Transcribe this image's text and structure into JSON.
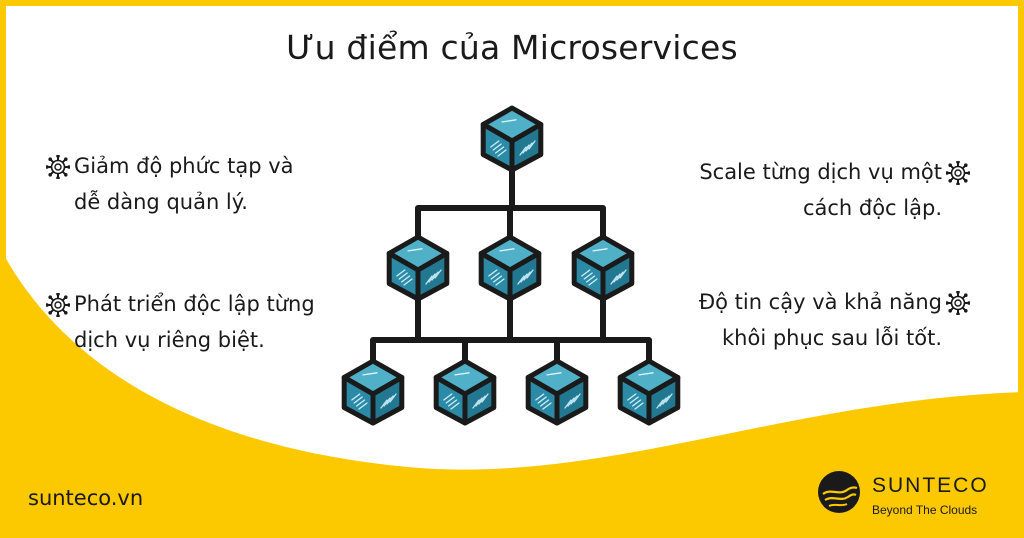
{
  "title": "Ưu điểm của Microservices",
  "benefits_left": [
    {
      "lines": [
        "Giảm độ phức tạp và",
        "dễ dàng quản lý."
      ],
      "icon": "gear-icon"
    },
    {
      "lines": [
        "Phát triển độc lập từng",
        "dịch vụ riêng biệt."
      ],
      "icon": "gear-icon"
    }
  ],
  "benefits_right": [
    {
      "lines": [
        "Scale từng dịch vụ một",
        "cách độc lập."
      ],
      "icon": "gear-icon"
    },
    {
      "lines": [
        "Độ tin cậy và khả năng",
        "khôi phục sau lỗi tốt."
      ],
      "icon": "gear-icon"
    }
  ],
  "diagram": {
    "levels": [
      1,
      3,
      4
    ],
    "node_icon": "cube-icon",
    "cube_color": "#2b8aa6",
    "outline_color": "#1a1a1a"
  },
  "footer": {
    "website": "sunteco.vn",
    "brand": "SUNTECO",
    "tagline": "Beyond The Clouds"
  },
  "colors": {
    "accent_yellow": "#fcc800",
    "background": "#ffffff",
    "text": "#1a1a1a"
  }
}
